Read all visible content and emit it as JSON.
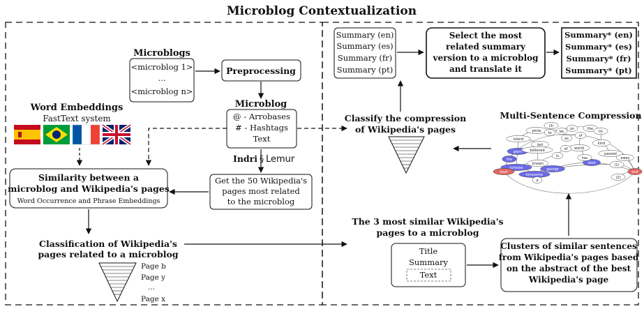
{
  "title": "Microblog Contextualization",
  "microblogs": {
    "heading": "Microblogs",
    "items": [
      "<microblog 1>",
      "...",
      "<microblog n>"
    ]
  },
  "preprocessing": "Preprocessing",
  "microblog": {
    "heading": "Microblog",
    "items": [
      "@ - Arrobases",
      "# - Hashtags",
      "Text"
    ]
  },
  "word_embeddings": {
    "heading": "Word Embeddings",
    "subtitle": "FastText system",
    "flags": [
      "spain-flag",
      "brazil-flag",
      "france-flag",
      "uk-flag"
    ]
  },
  "indri_lemur": {
    "indri": "Indri",
    "lemur": "Lemur"
  },
  "get_pages": [
    "Get the 50 Wikipedia's",
    "pages most related",
    "to the microblog"
  ],
  "similarity": {
    "line1": "Similarity between a",
    "line2": "microblog and Wikipedia's pages",
    "sub": "Word Occurrence and Phrase Embeddings"
  },
  "classification": {
    "line1": "Classification of Wikipedia's",
    "line2": "pages related to a microblog",
    "pages": [
      "Page b",
      "Page y",
      "...",
      "Page x"
    ]
  },
  "summaries_left": [
    "Summary (en)",
    "Summary (es)",
    "Summary (fr)",
    "Summary (pt)"
  ],
  "select_box": [
    "Select the most",
    "related summary",
    "version to a microblog",
    "and translate it"
  ],
  "summaries_right": [
    "Summary* (en)",
    "Summary* (es)",
    "Summary* (fr)",
    "Summary* (pt)"
  ],
  "classify_compression": [
    "Classify the compression",
    "of Wikipedia's pages"
  ],
  "msc": {
    "heading": "Multi-Sentence Compression",
    "node_labels": [
      "the",
      "giant",
      "tortoise",
      "lonesome",
      "george",
      "start",
      "end",
      "died",
      "island",
      "pinta",
      "last",
      "known",
      "believed",
      "to",
      "be",
      "on",
      "the",
      "of",
      "its",
      "kind",
      "world",
      "passed",
      "away",
      "has",
      "(1)",
      "(2)",
      "(3)",
      "a",
      "is",
      "of",
      "as"
    ]
  },
  "top3": [
    "The 3 most similar Wikipedia's",
    "pages to a microblog"
  ],
  "tsb": {
    "title": "Title",
    "summary": "Summary",
    "text": "Text"
  },
  "clusters": [
    "Clusters of similar sentences",
    "from Wikipedia's pages based",
    "on the abstract of the best",
    "Wikipedia's page"
  ]
}
